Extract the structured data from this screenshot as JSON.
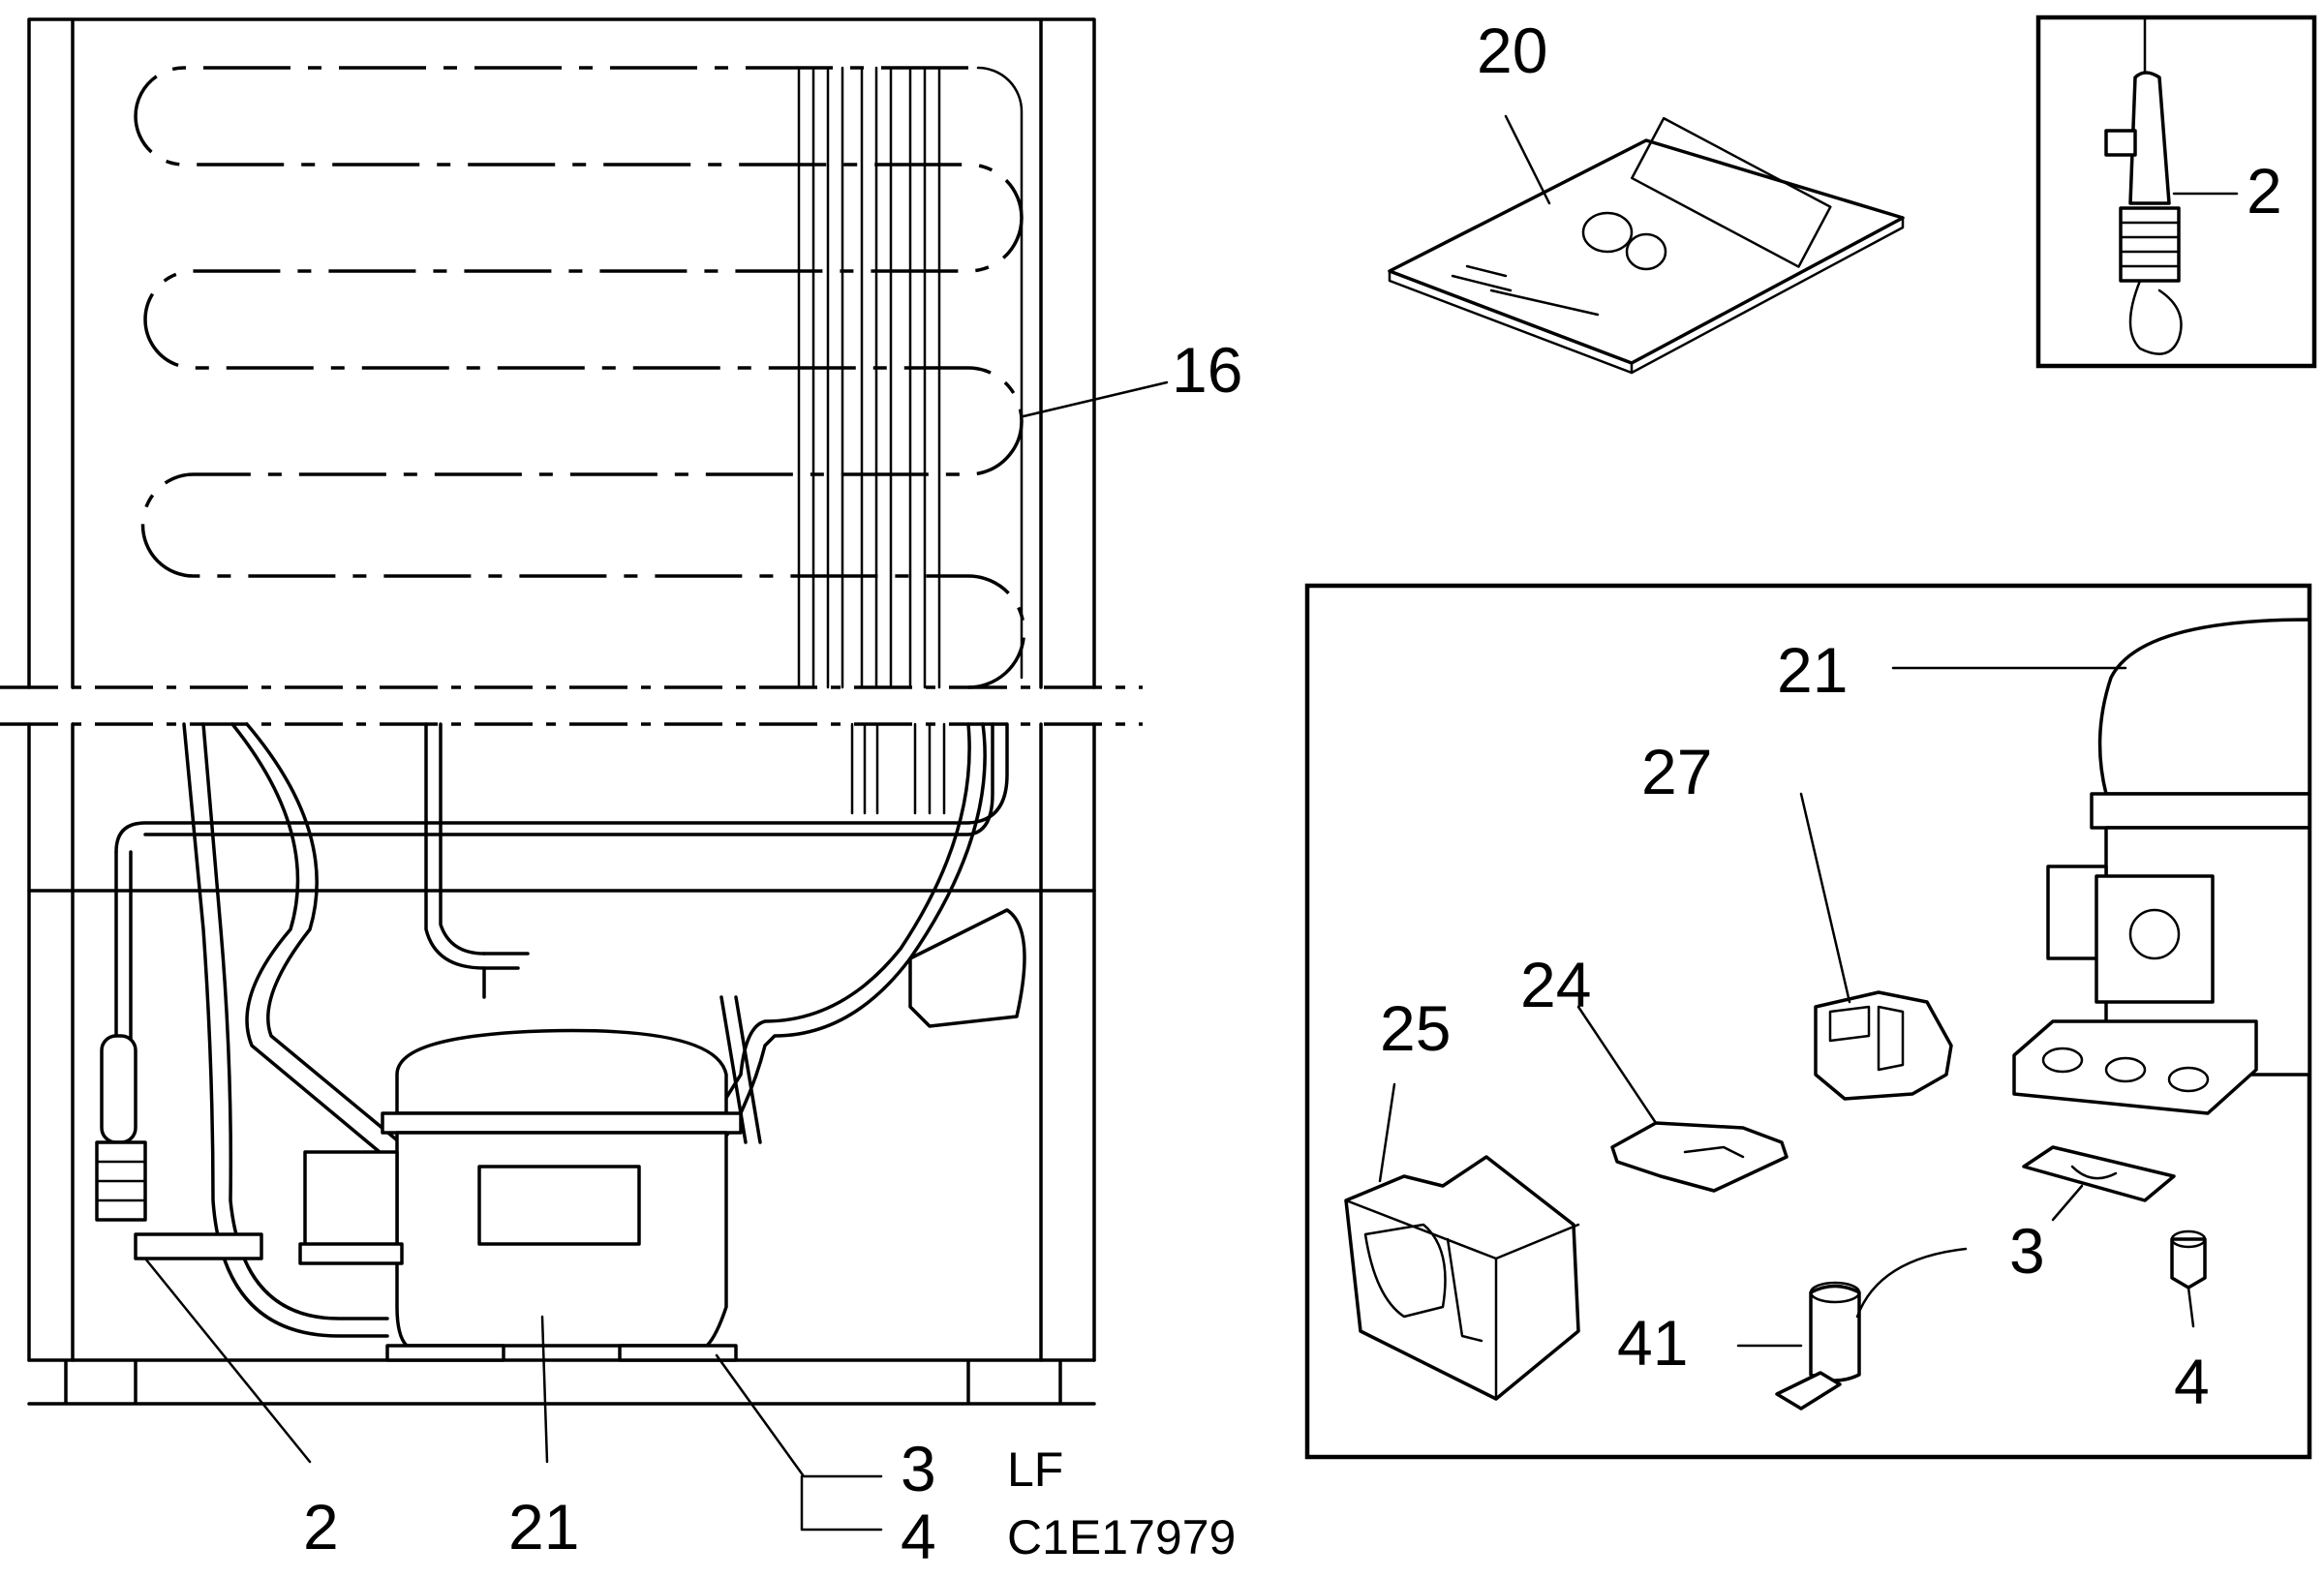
{
  "callouts": {
    "evaporator": "16",
    "manual": "20",
    "thermostat_detail": "2",
    "thermostat_main": "2",
    "compressor_main": "21",
    "compressor_kit": "21",
    "relay": "27",
    "clip": "24",
    "cover": "25",
    "mount_plate_main": "3",
    "mount_plate_kit": "3",
    "grommet_main": "4",
    "grommet_kit": "4",
    "capacitor": "41"
  },
  "codes": {
    "variant": "LF",
    "drawing_id": "C1E17979"
  }
}
